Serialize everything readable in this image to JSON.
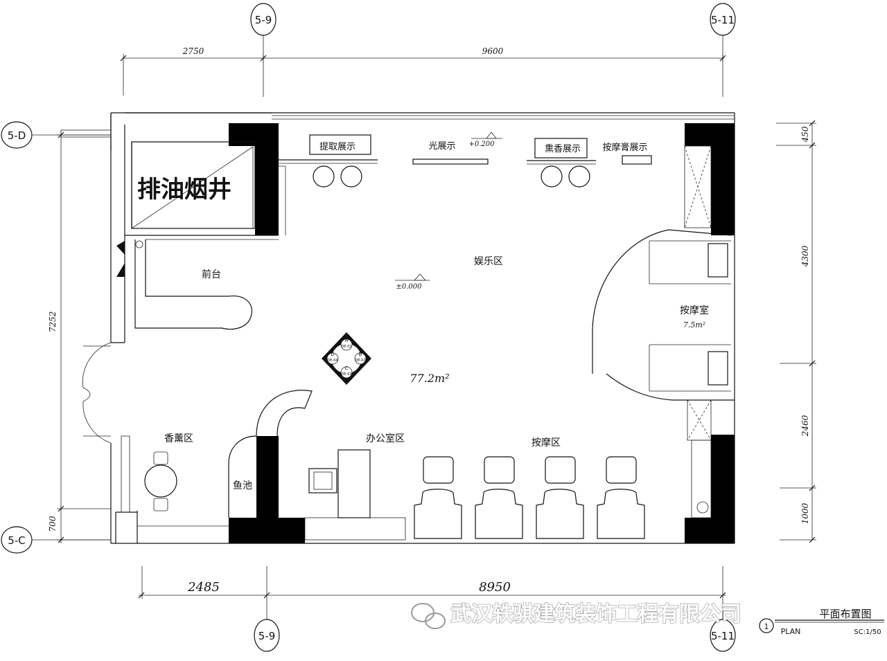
{
  "grid": {
    "top_left": "5-9",
    "top_right": "5-11",
    "left_top": "5-D",
    "left_bottom": "5-C",
    "bottom_left": "5-9",
    "bottom_right": "5-11"
  },
  "dimensions": {
    "top_a": "2750",
    "top_b": "9600",
    "bottom_a": "2485",
    "bottom_b": "8950",
    "left_a": "7252",
    "left_b": "700",
    "right_a": "450",
    "right_b": "4300",
    "right_c": "2460",
    "right_d": "1000"
  },
  "labels": {
    "exhaust_shaft": "排油烟井",
    "reception": "前台",
    "entertainment": "娱乐区",
    "massage_room": "按摩室",
    "massage_room_area": "7.5m²",
    "total_area": "77.2m²",
    "aroma_area": "香薰区",
    "fish_tank": "鱼池",
    "office_area": "办公室区",
    "massage_area": "按摩区",
    "display_1": "提取展示",
    "display_2": "光展示",
    "display_3": "熏香展示",
    "display_4": "按摩膏展示",
    "level_1": "±0.000",
    "level_2": "+0.200"
  },
  "symbol": {
    "a": "A",
    "b": "B",
    "c": "C",
    "d": "D",
    "ref_a": "DE-01",
    "ref_b": "DE-02",
    "ref_c": "DE-03",
    "ref_d": "DE-04"
  },
  "title_block": {
    "title": "平面布置图",
    "subtitle": "PLAN",
    "scale": "SC:1/50",
    "number": "1"
  },
  "watermark": "武汉轶骐建筑装饰工程有限公司"
}
